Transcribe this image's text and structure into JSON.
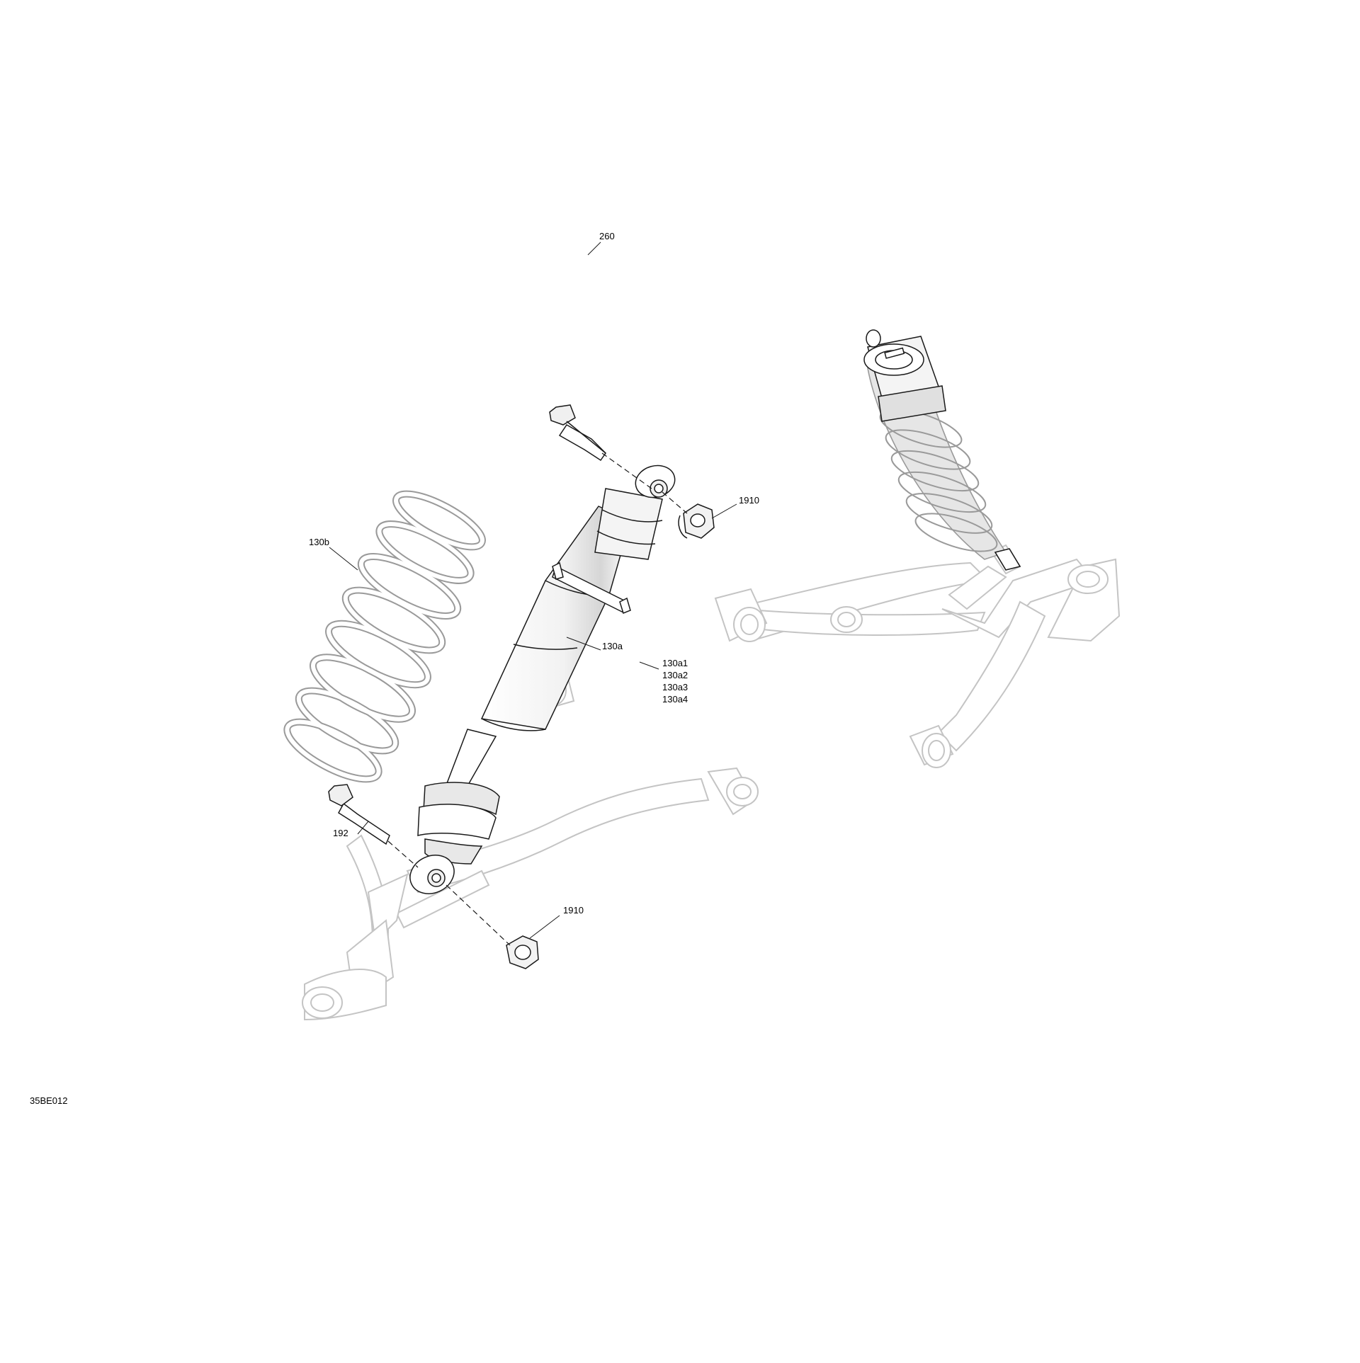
{
  "diagram": {
    "drawing_code": "35BE012",
    "colors": {
      "line": "#1a1a1a",
      "faded_line": "#bdbdbd",
      "shade": "#d9d9d9",
      "background": "#ffffff"
    },
    "callouts": {
      "bolt_top": "260",
      "nut_top": "1910",
      "spring": "130b",
      "shock": "130a",
      "shock_subparts": [
        "130a1",
        "130a2",
        "130a3",
        "130a4"
      ],
      "bolt_bottom": "192",
      "nut_bottom": "1910"
    }
  }
}
